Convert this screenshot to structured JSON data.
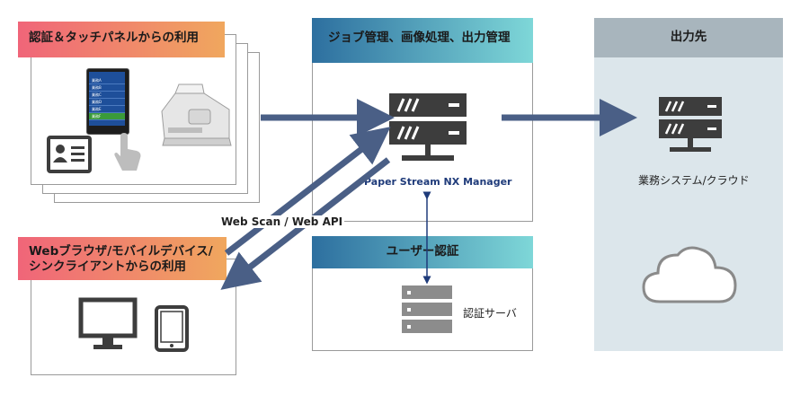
{
  "panels": {
    "auth_touch": {
      "title": "認証＆タッチパネルからの利用",
      "gradient": [
        "#f0657a",
        "#f0a45e"
      ]
    },
    "web_browser": {
      "title_line1": "Webブラウザ/モバイルデバイス/",
      "title_line2": "シンクライアントからの利用",
      "gradient": [
        "#f0657a",
        "#f0a45e"
      ]
    },
    "job_management": {
      "title": "ジョブ管理、画像処理、出力管理",
      "gradient": [
        "#2c6e9e",
        "#7fd7d8"
      ]
    },
    "user_auth": {
      "title": "ユーザー認証",
      "gradient": [
        "#2c6e9e",
        "#7fd7d8"
      ]
    },
    "output": {
      "title": "出力先",
      "header_color": "#a9b5bd",
      "body_color": "#dde7ec"
    }
  },
  "labels": {
    "nx_manager": "Paper Stream NX Manager",
    "web_scan_api": "Web Scan / Web API",
    "auth_server": "認証サーバ",
    "business_system": "業務システム/クラウド"
  },
  "touch_panel_menu": [
    "業務A",
    "業務B",
    "業務C",
    "業務D",
    "業務E",
    "業務F"
  ],
  "colors": {
    "arrow": "#4a5f86",
    "server": "#3d3d3d",
    "server_light": "#8c8c8c",
    "nx_label": "#1f3b7a"
  }
}
